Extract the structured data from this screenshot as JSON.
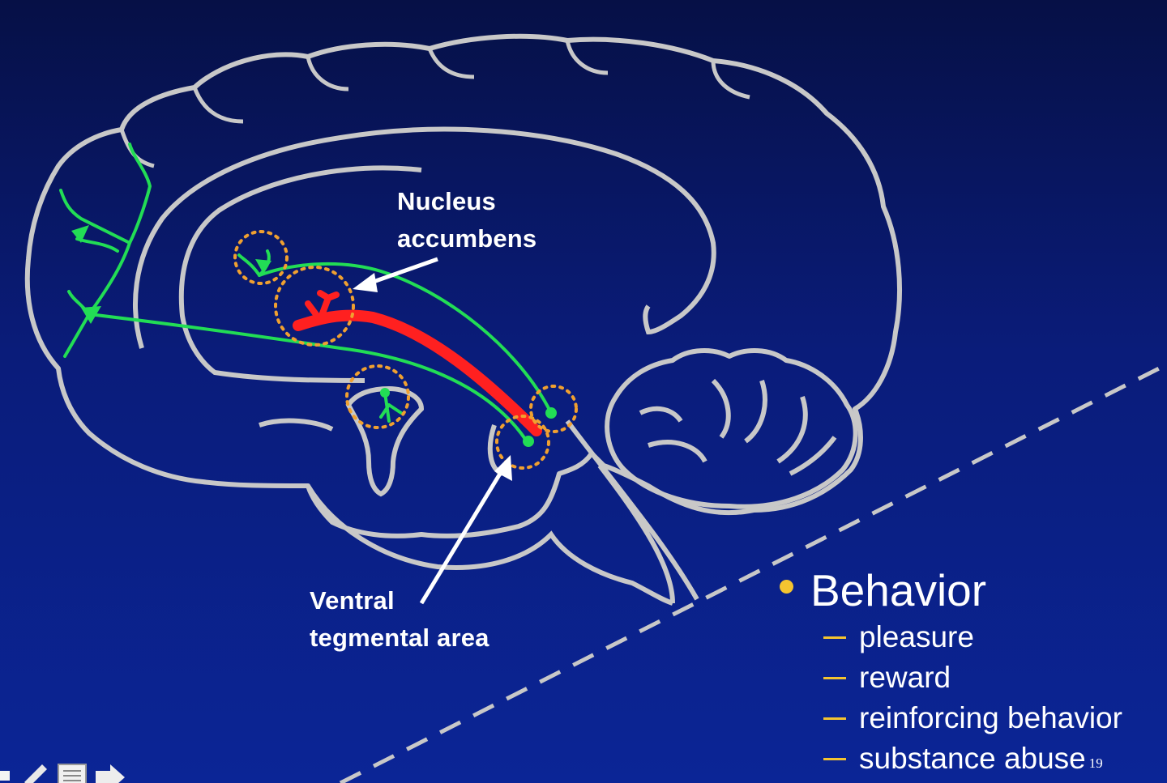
{
  "labels": {
    "nucleus_line1": "Nucleus",
    "nucleus_line2": "accumbens",
    "vta_line1": "Ventral",
    "vta_line2": "tegmental area"
  },
  "behavior": {
    "heading": "Behavior",
    "items": [
      "pleasure",
      "reward",
      "reinforcing behavior",
      "substance abuse"
    ],
    "footnote": "19"
  },
  "colors": {
    "background": "#0a1c7a",
    "brain_outline": "#c8c8c8",
    "pathway_red": "#ff2020",
    "pathway_green": "#22dd55",
    "region_circle": "#f0a030",
    "bullet": "#f4c430"
  },
  "icons": [
    "pencil-icon",
    "notes-icon",
    "next-arrow-icon"
  ]
}
